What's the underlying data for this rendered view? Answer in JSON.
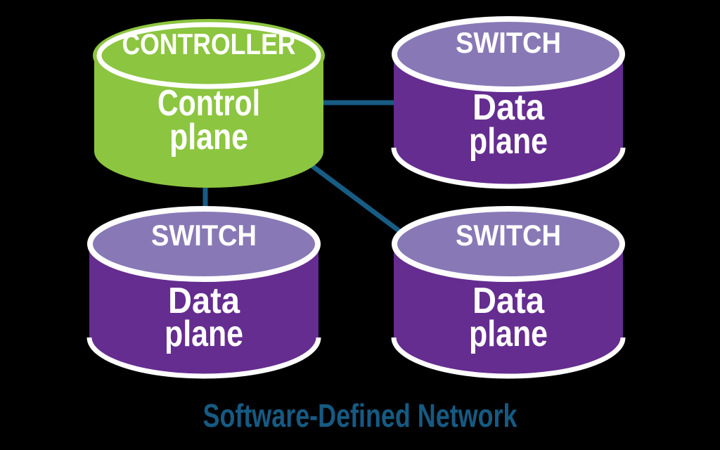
{
  "diagram_title": "Software-Defined Network",
  "colors": {
    "background": "#000000",
    "controller_fill": "#8CC540",
    "switch_body_fill": "#652D90",
    "switch_top_fill": "#8879B6",
    "outline": "#FFFFFF",
    "link": "#175C84",
    "title_text": "#165A82",
    "label_text": "#FFFFFF"
  },
  "nodes": {
    "controller": {
      "role": "CONTROLLER",
      "plane": [
        "Control",
        "plane"
      ]
    },
    "switch_top_right": {
      "role": "SWITCH",
      "plane": [
        "Data",
        "plane"
      ]
    },
    "switch_bottom_left": {
      "role": "SWITCH",
      "plane": [
        "Data",
        "plane"
      ]
    },
    "switch_bottom_right": {
      "role": "SWITCH",
      "plane": [
        "Data",
        "plane"
      ]
    }
  },
  "links": [
    {
      "from": "controller",
      "to": "switch_top_right"
    },
    {
      "from": "controller",
      "to": "switch_bottom_left"
    },
    {
      "from": "controller",
      "to": "switch_bottom_right"
    }
  ]
}
